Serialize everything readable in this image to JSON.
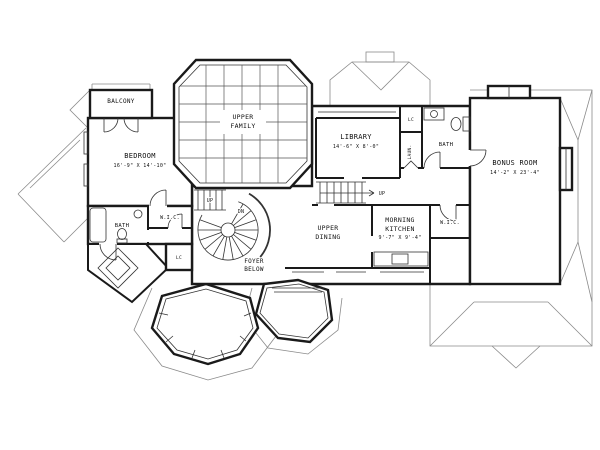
{
  "plan": {
    "labels": {
      "balcony": "BALCONY",
      "upper_family_1": "UPPER",
      "upper_family_2": "FAMILY",
      "bedroom_name": "BEDROOM",
      "bedroom_dims": "16'-9\" X 14'-10\"",
      "library_name": "LIBRARY",
      "library_dims": "14'-6\" X 8'-0\"",
      "linen_closet_upper": "LC",
      "laundry": "LAUN.",
      "bath_hall": "BATH",
      "bonus_name": "BONUS ROOM",
      "bonus_dims": "14'-2\" X 23'-4\"",
      "wic_left": "W.I.C.",
      "bath_master": "BATH",
      "stair_up_left": "UP",
      "stair_down": "DN",
      "stair_up_right": "UP",
      "linen_closet_lower": "LC",
      "foyer_1": "FOYER",
      "foyer_2": "BELOW",
      "dining_1": "UPPER",
      "dining_2": "DINING",
      "kitchen_1": "MORNING",
      "kitchen_2": "KITCHEN",
      "kitchen_dims": "9'-7\" X 9'-4\"",
      "wic_right": "W.I.C."
    },
    "line_color": "#1a1a1a",
    "roof_line_color": "#8a8a8a",
    "background": "#ffffff"
  }
}
